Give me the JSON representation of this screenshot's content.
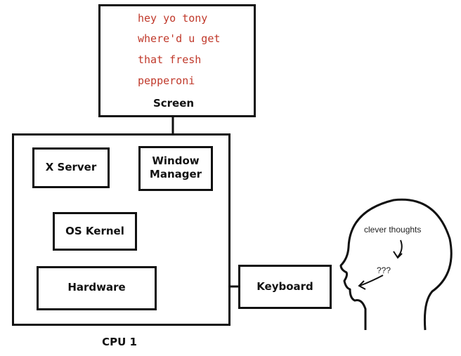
{
  "screen": {
    "label": "Screen",
    "message": [
      "hey yo tony",
      "where'd u get",
      "that fresh",
      "pepperoni"
    ]
  },
  "cpu": {
    "label": "CPU 1"
  },
  "nodes": {
    "x_server": "X Server",
    "window_manager": [
      "Window",
      "Manager"
    ],
    "os_kernel": "OS Kernel",
    "hardware": "Hardware",
    "keyboard": "Keyboard"
  },
  "head": {
    "thought": "clever thoughts",
    "confusion": "???"
  }
}
